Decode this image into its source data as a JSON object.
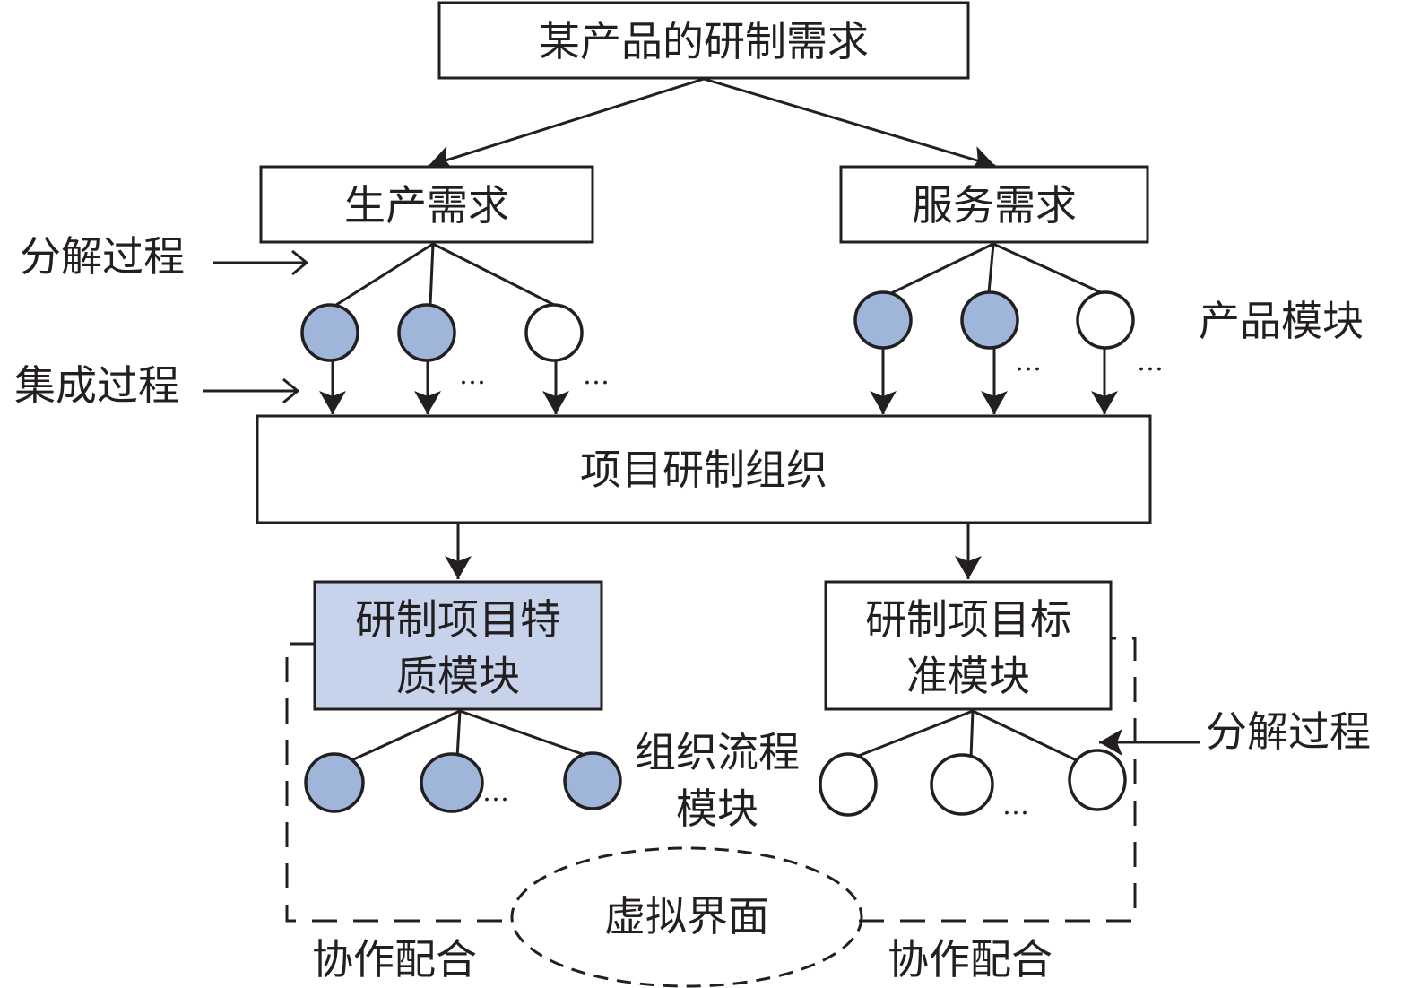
{
  "diagram": {
    "top": "某产品的研制需求",
    "production_demand": "生产需求",
    "service_demand": "服务需求",
    "decompose_label_left": "分解过程",
    "integrate_label_left": "集成过程",
    "product_module_label": "产品模块",
    "project_org": "项目研制组织",
    "special_module_line1": "研制项目特",
    "special_module_line2": "质模块",
    "standard_module_line1": "研制项目标",
    "standard_module_line2": "准模块",
    "org_flow_line1": "组织流程",
    "org_flow_line2": "模块",
    "decompose_label_right": "分解过程",
    "virtual_interface": "虚拟界面",
    "cooperation_left": "协作配合",
    "cooperation_right": "协作配合",
    "ellipsis": "…",
    "colors": {
      "node_fill": "#a0b5da",
      "highlight_box_fill": "#c6d3ea",
      "stroke": "#231f20"
    }
  }
}
